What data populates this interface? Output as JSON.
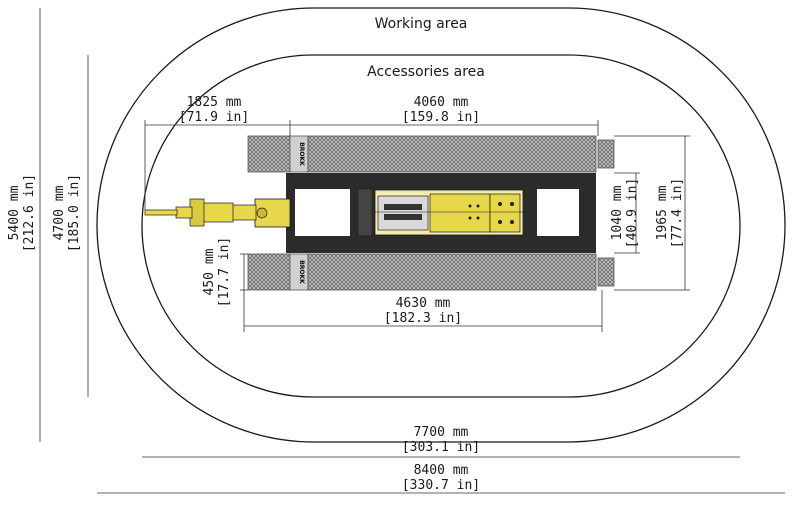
{
  "areas": {
    "working_label": "Working area",
    "accessories_label": "Accessories area"
  },
  "dimensions": {
    "d1825": {
      "mm": "1825 mm",
      "in": "[71.9 in]"
    },
    "d4060": {
      "mm": "4060 mm",
      "in": "[159.8 in]"
    },
    "d1040": {
      "mm": "1040 mm",
      "in": "[40.9 in]"
    },
    "d1965": {
      "mm": "1965 mm",
      "in": "[77.4 in]"
    },
    "d450": {
      "mm": "450 mm",
      "in": "[17.7 in]"
    },
    "d4630": {
      "mm": "4630 mm",
      "in": "[182.3 in]"
    },
    "d7700": {
      "mm": "7700 mm",
      "in": "[303.1 in]"
    },
    "d8400": {
      "mm": "8400 mm",
      "in": "[330.7 in]"
    },
    "d5400": {
      "mm": "5400 mm",
      "in": "[212.6 in]"
    },
    "d4700": {
      "mm": "4700 mm",
      "in": "[185.0 in]"
    }
  },
  "track_brand": "BROKK",
  "colors": {
    "machine_yellow": "#e6d84a",
    "frame_dark": "#2b2b2b",
    "track_gray": "#9a9a9a",
    "outline": "#1a1a1a"
  }
}
